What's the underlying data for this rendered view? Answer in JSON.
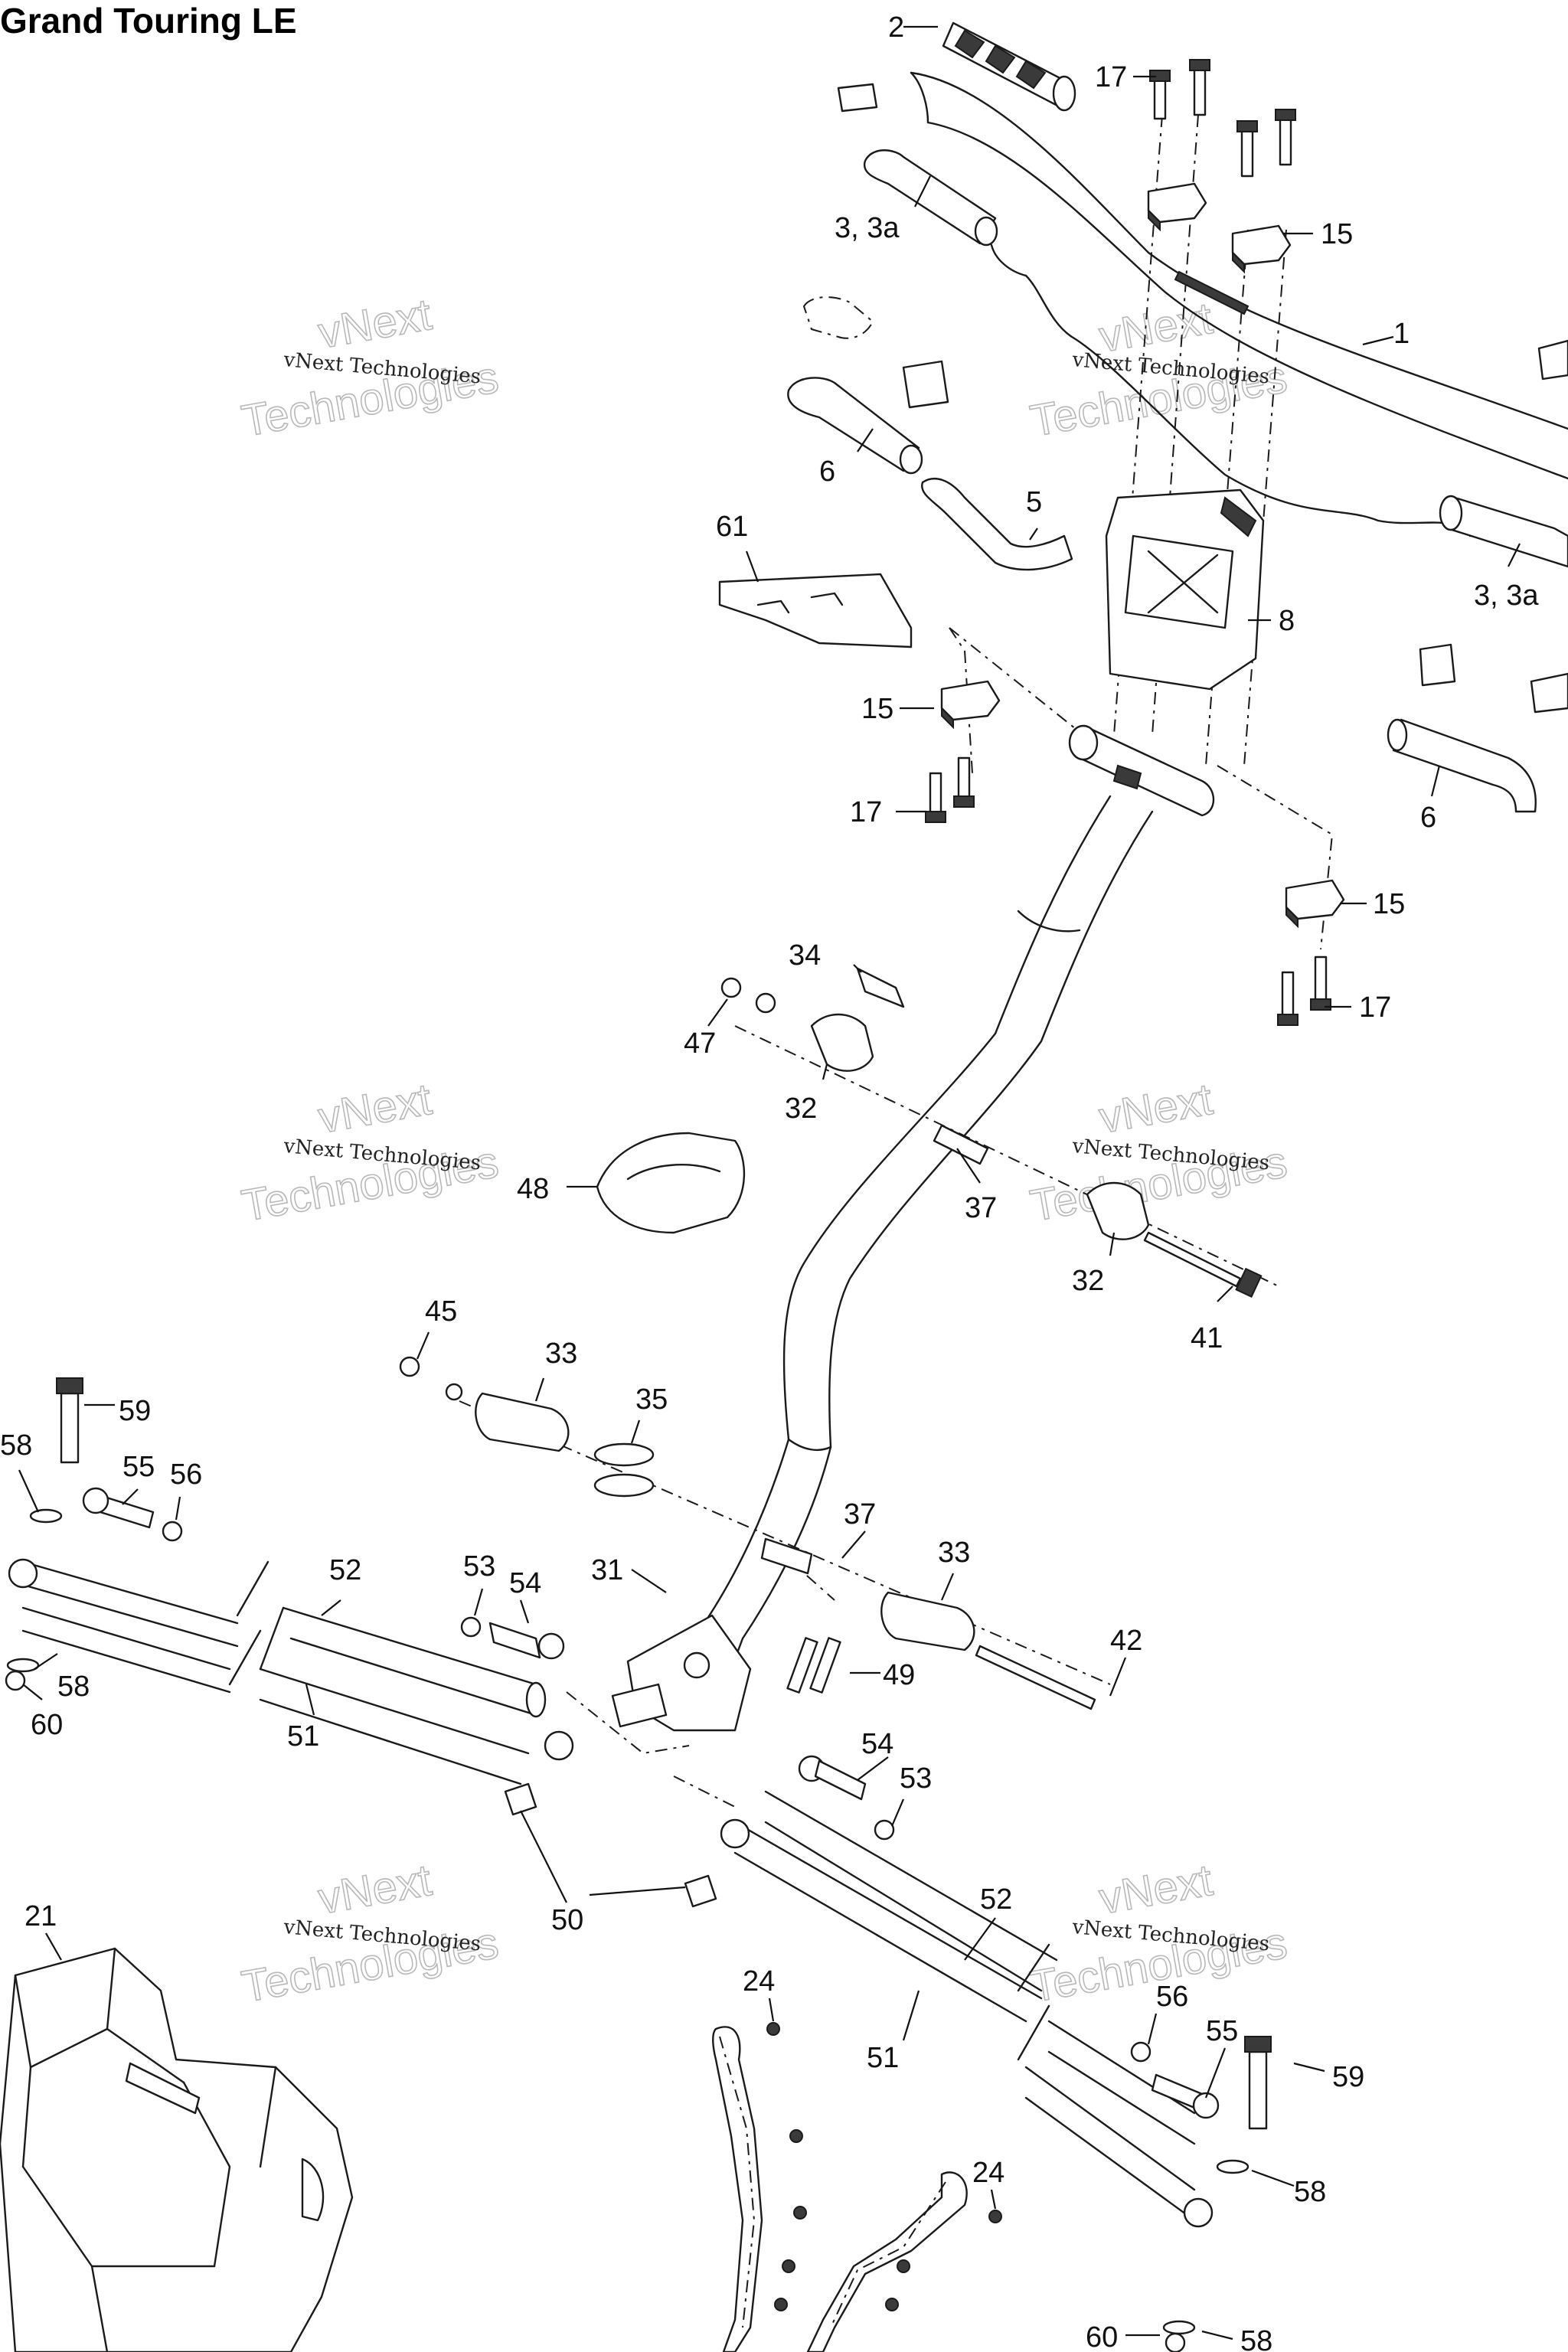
{
  "title": "Grand Touring LE",
  "watermark": {
    "company": "vNext Technologies",
    "large_top": "vNext",
    "large_bottom": "Technologies"
  },
  "callouts": [
    {
      "id": "c2",
      "label": "2"
    },
    {
      "id": "c17a",
      "label": "17"
    },
    {
      "id": "c3a",
      "label": "3, 3a"
    },
    {
      "id": "c15a",
      "label": "15"
    },
    {
      "id": "c1",
      "label": "1"
    },
    {
      "id": "c6a",
      "label": "6"
    },
    {
      "id": "c5",
      "label": "5"
    },
    {
      "id": "c61",
      "label": "61"
    },
    {
      "id": "c3b",
      "label": "3, 3a"
    },
    {
      "id": "c8",
      "label": "8"
    },
    {
      "id": "c15b",
      "label": "15"
    },
    {
      "id": "c17b",
      "label": "17"
    },
    {
      "id": "c6b",
      "label": "6"
    },
    {
      "id": "c15c",
      "label": "15"
    },
    {
      "id": "c17c",
      "label": "17"
    },
    {
      "id": "c34",
      "label": "34"
    },
    {
      "id": "c47",
      "label": "47"
    },
    {
      "id": "c32a",
      "label": "32"
    },
    {
      "id": "c48",
      "label": "48"
    },
    {
      "id": "c37a",
      "label": "37"
    },
    {
      "id": "c32b",
      "label": "32"
    },
    {
      "id": "c41",
      "label": "41"
    },
    {
      "id": "c45",
      "label": "45"
    },
    {
      "id": "c33a",
      "label": "33"
    },
    {
      "id": "c35",
      "label": "35"
    },
    {
      "id": "c59a",
      "label": "59"
    },
    {
      "id": "c58a",
      "label": "58"
    },
    {
      "id": "c55a",
      "label": "55"
    },
    {
      "id": "c56a",
      "label": "56"
    },
    {
      "id": "c52a",
      "label": "52"
    },
    {
      "id": "c53a",
      "label": "53"
    },
    {
      "id": "c54a",
      "label": "54"
    },
    {
      "id": "c31",
      "label": "31"
    },
    {
      "id": "c37b",
      "label": "37"
    },
    {
      "id": "c33b",
      "label": "33"
    },
    {
      "id": "c42",
      "label": "42"
    },
    {
      "id": "c49",
      "label": "49"
    },
    {
      "id": "c58b",
      "label": "58"
    },
    {
      "id": "c60a",
      "label": "60"
    },
    {
      "id": "c51a",
      "label": "51"
    },
    {
      "id": "c54b",
      "label": "54"
    },
    {
      "id": "c53b",
      "label": "53"
    },
    {
      "id": "c50",
      "label": "50"
    },
    {
      "id": "c21",
      "label": "21"
    },
    {
      "id": "c52b",
      "label": "52"
    },
    {
      "id": "c24a",
      "label": "24"
    },
    {
      "id": "c51b",
      "label": "51"
    },
    {
      "id": "c56b",
      "label": "56"
    },
    {
      "id": "c55b",
      "label": "55"
    },
    {
      "id": "c59b",
      "label": "59"
    },
    {
      "id": "c58c",
      "label": "58"
    },
    {
      "id": "c24b",
      "label": "24"
    },
    {
      "id": "c60b",
      "label": "60"
    },
    {
      "id": "c58d",
      "label": "58"
    }
  ]
}
